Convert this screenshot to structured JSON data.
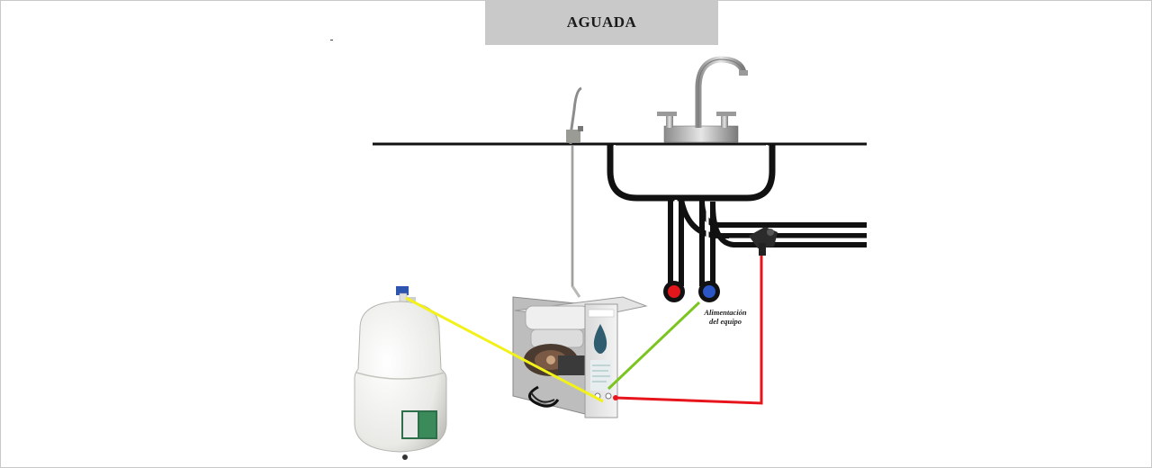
{
  "header": {
    "title": "AGUADA"
  },
  "labels": {
    "feed_line1": "Alimentación",
    "feed_line2": "del equipo"
  },
  "colors": {
    "title_bg": "#c9c9c9",
    "pipe": "#111111",
    "hot_water": "#e2161b",
    "cold_water": "#2a56c6",
    "line_tank": "#f2f21a",
    "line_feed": "#7cc521",
    "line_drain": "#e8141b"
  },
  "icons": [
    "faucet-icon",
    "drinking-faucet-icon",
    "storage-tank-icon",
    "ro-unit-icon",
    "drain-valve-icon"
  ]
}
